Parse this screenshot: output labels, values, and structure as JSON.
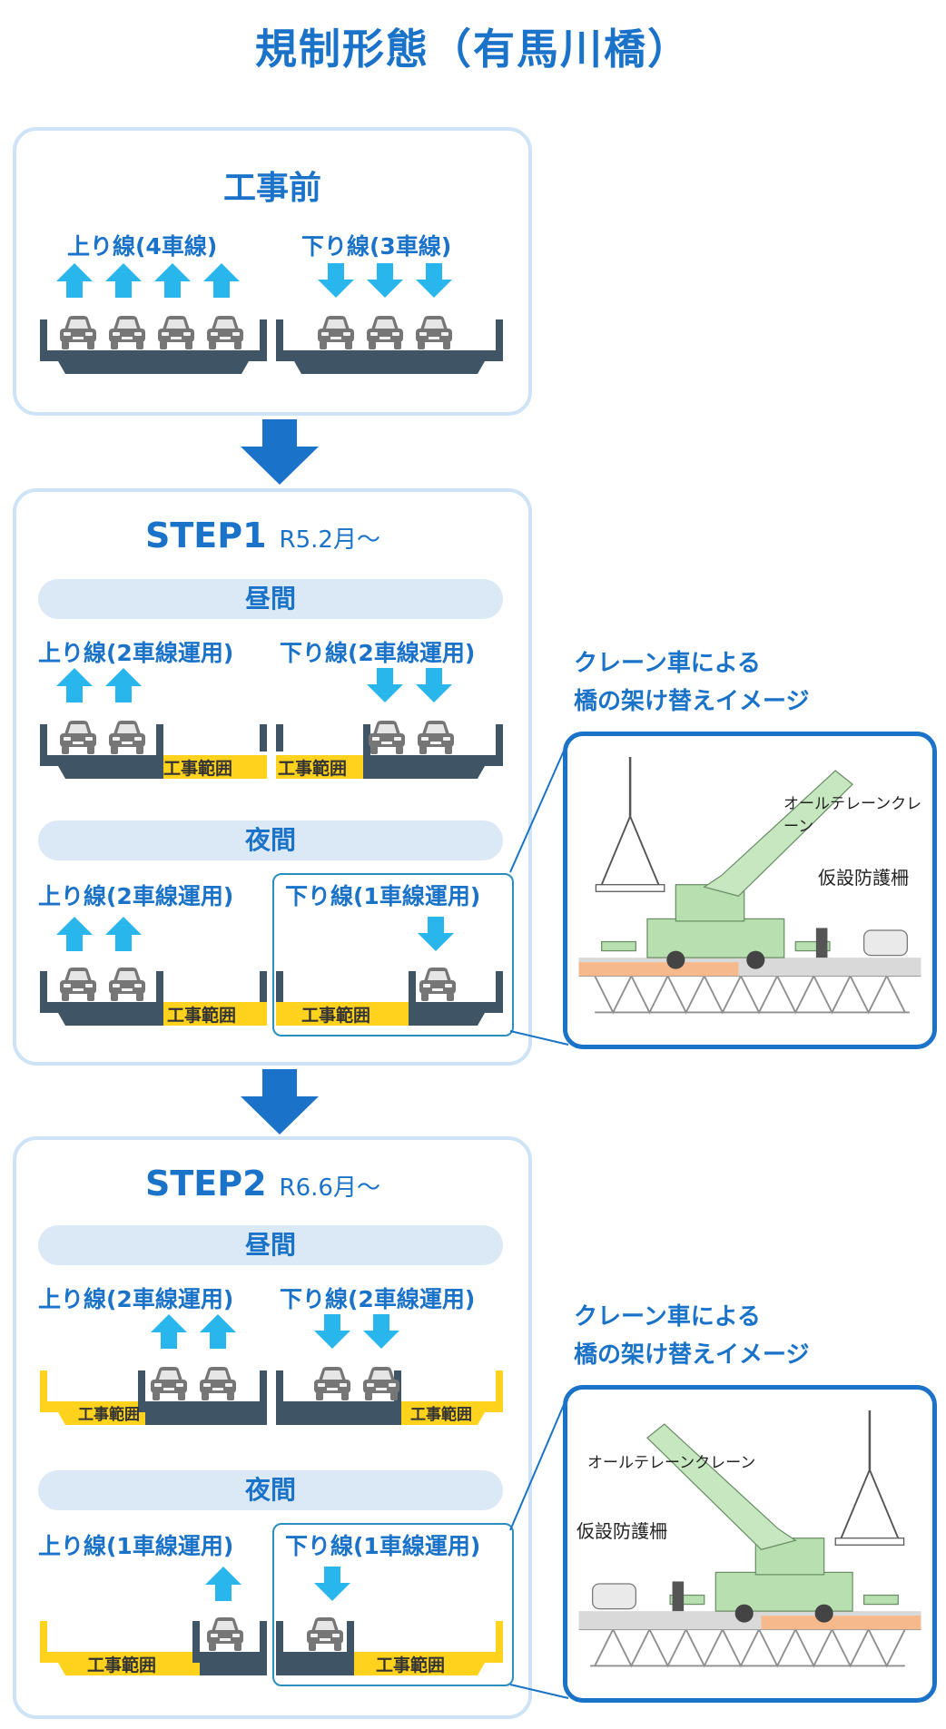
{
  "title": "規制形態（有馬川橋）",
  "before": {
    "title": "工事前",
    "up_label": "上り線(4車線)",
    "down_label": "下り線(3車線)"
  },
  "step1": {
    "title": "STEP1",
    "date": "R5.2月〜",
    "day": {
      "label": "昼間",
      "up_label": "上り線(2車線運用)",
      "down_label": "下り線(2車線運用)",
      "work_left": "工事範囲",
      "work_right": "工事範囲"
    },
    "night": {
      "label": "夜間",
      "up_label": "上り線(2車線運用)",
      "down_label": "下り線(1車線運用)",
      "work_left": "工事範囲",
      "work_right": "工事範囲"
    },
    "caption_line1": "クレーン車による",
    "caption_line2": "橋の架け替えイメージ",
    "crane_label": "オールテレーンクレーン",
    "fence_label": "仮設防護柵"
  },
  "step2": {
    "title": "STEP2",
    "date": "R6.6月〜",
    "day": {
      "label": "昼間",
      "up_label": "上り線(2車線運用)",
      "down_label": "下り線(2車線運用)",
      "work_left": "工事範囲",
      "work_right": "工事範囲"
    },
    "night": {
      "label": "夜間",
      "up_label": "上り線(1車線運用)",
      "down_label": "下り線(1車線運用)",
      "work_left": "工事範囲",
      "work_right": "工事範囲"
    },
    "caption_line1": "クレーン車による",
    "caption_line2": "橋の架け替えイメージ",
    "crane_label": "オールテレーンクレーン",
    "fence_label": "仮設防護柵"
  },
  "colors": {
    "title_blue": "#1a73c8",
    "arrow_cyan": "#29b6ec",
    "deck": "#3f5566",
    "work_yellow": "#ffd21e",
    "panel_border": "#cfe3f6"
  }
}
